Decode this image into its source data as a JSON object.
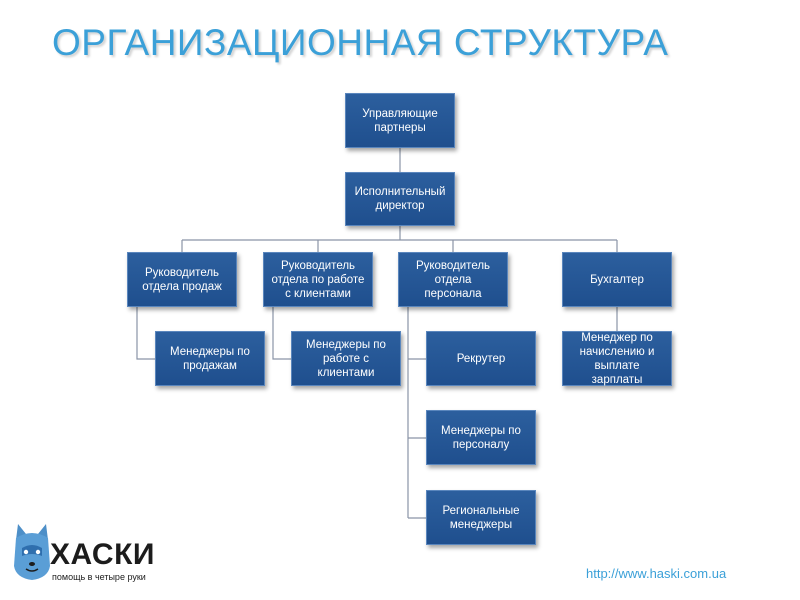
{
  "title": "ОРГАНИЗАЦИОННАЯ СТРУКТУРА",
  "colors": {
    "title": "#3ba0d8",
    "box": "#2a5c9b",
    "line": "#8a94a6"
  },
  "org_chart": {
    "nodes": [
      {
        "id": "partners",
        "label": "Управляющие партнеры"
      },
      {
        "id": "director",
        "label": "Исполнительный директор"
      },
      {
        "id": "sales_head",
        "label": "Руководитель отдела продаж"
      },
      {
        "id": "client_head",
        "label": "Руководитель отдела по работе с клиентами"
      },
      {
        "id": "hr_head",
        "label": "Руководитель отдела персонала"
      },
      {
        "id": "accountant",
        "label": "Бухгалтер"
      },
      {
        "id": "sales_managers",
        "label": "Менеджеры по продажам"
      },
      {
        "id": "client_managers",
        "label": "Менеджеры по работе с клиентами"
      },
      {
        "id": "recruiter",
        "label": "Рекрутер"
      },
      {
        "id": "hr_managers",
        "label": "Менеджеры по персоналу"
      },
      {
        "id": "regional_managers",
        "label": "Региональные менеджеры"
      },
      {
        "id": "payroll_manager",
        "label": "Менеджер по начислению и выплате зарплаты"
      }
    ],
    "edges": [
      [
        "partners",
        "director"
      ],
      [
        "director",
        "sales_head"
      ],
      [
        "director",
        "client_head"
      ],
      [
        "director",
        "hr_head"
      ],
      [
        "director",
        "accountant"
      ],
      [
        "sales_head",
        "sales_managers"
      ],
      [
        "client_head",
        "client_managers"
      ],
      [
        "hr_head",
        "recruiter"
      ],
      [
        "hr_head",
        "hr_managers"
      ],
      [
        "hr_head",
        "regional_managers"
      ],
      [
        "accountant",
        "payroll_manager"
      ]
    ]
  },
  "logo": {
    "name": "ХАСКИ",
    "tagline": "помощь в четыре руки",
    "icon": "husky-dog-icon"
  },
  "url": "http://www.haski.com.ua"
}
